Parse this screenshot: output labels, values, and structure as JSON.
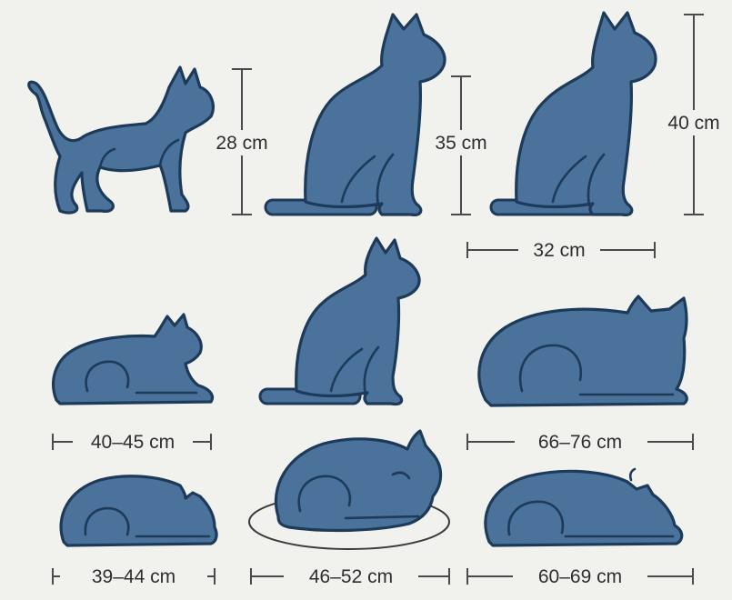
{
  "heights": {
    "walking_cat": "28 cm",
    "sitting_cat_medium": "35 cm",
    "sitting_cat_large": "40 cm"
  },
  "widths": {
    "sitting_cat_large": "32 cm",
    "loaf_small": "40–45 cm",
    "loaf_large": "66–76 cm",
    "sleeping_small": "39–44 cm",
    "curled_round": "46–52 cm",
    "sleeping_large": "60–69 cm"
  },
  "colors": {
    "background": "#F1F1EE",
    "cat_fill": "#4A729B",
    "cat_outline": "#1D3A58",
    "dimension_line": "#4A4A4A",
    "label_text": "#2E2E2E"
  }
}
